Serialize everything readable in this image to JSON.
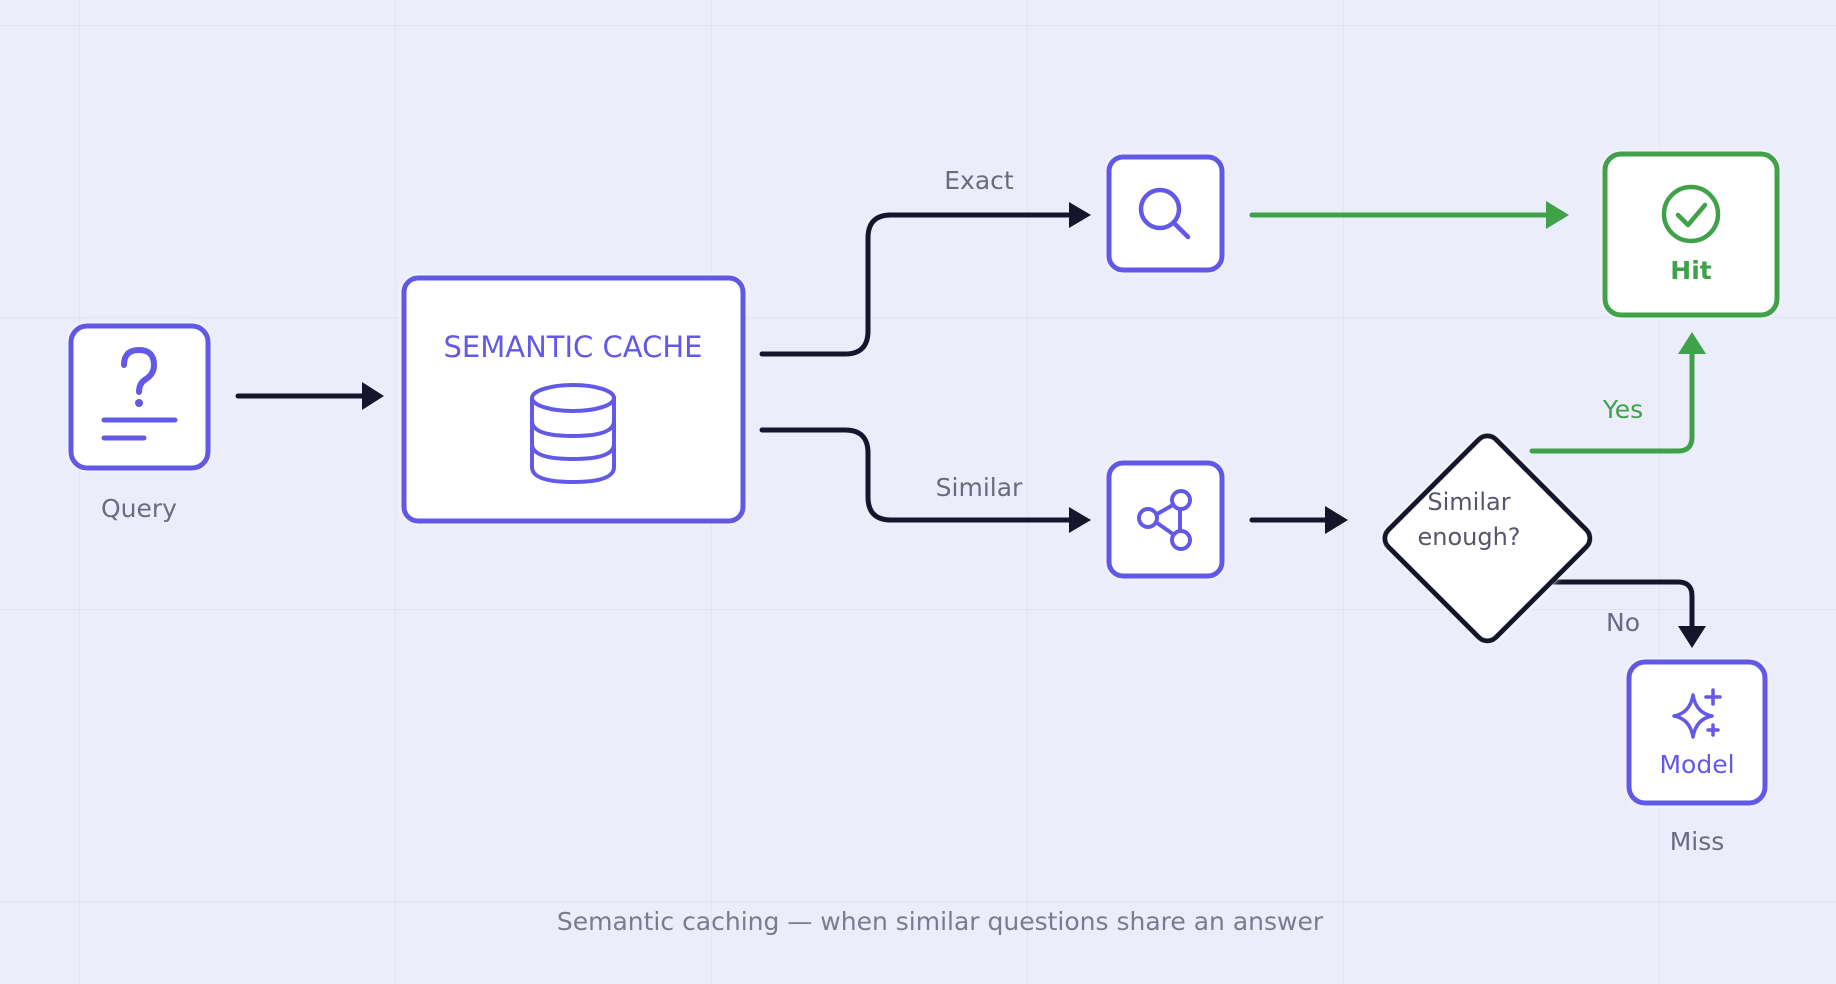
{
  "nodes": {
    "query_label": "Query",
    "cache_title": "SEMANTIC CACHE",
    "hit_label": "Hit",
    "decision_line1": "Similar",
    "decision_line2": "enough?",
    "model_label": "Model",
    "miss_label": "Miss"
  },
  "edges": {
    "exact_label": "Exact",
    "similar_label": "Similar",
    "yes_label": "Yes",
    "no_label": "No"
  },
  "caption": "Semantic caching — when similar questions share an answer",
  "colors": {
    "background": "#ECEDFB",
    "accent": "#6259E8",
    "hit_green": "#3FA14A",
    "ink": "#15152B",
    "muted_text": "#6A6B80"
  },
  "icons": {
    "query": "question-icon",
    "cache": "database-icon",
    "exact": "search-icon",
    "similar": "share-nodes-icon",
    "hit": "check-circle-icon",
    "model": "sparkle-icon"
  }
}
